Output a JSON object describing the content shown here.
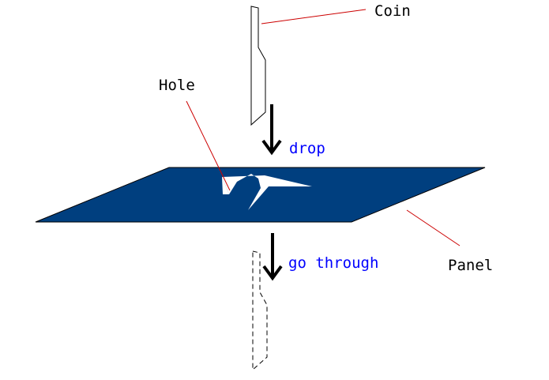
{
  "labels": {
    "coin": "Coin",
    "hole": "Hole",
    "drop": "drop",
    "go_through": "go through",
    "panel": "Panel"
  },
  "colors": {
    "panel_fill": "#003F7F",
    "leader_line": "#CC0000",
    "action_text": "#0000FF",
    "label_text": "#000000",
    "arrow": "#000000"
  }
}
